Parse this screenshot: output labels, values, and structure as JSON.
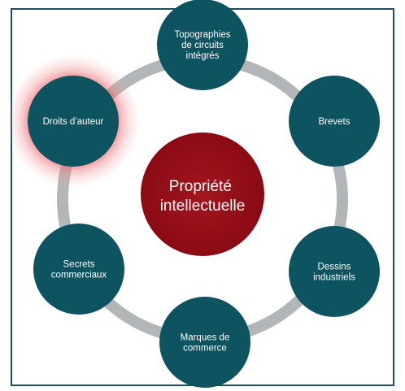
{
  "diagram": {
    "center": {
      "lines": [
        "Propriété",
        "intellectuelle"
      ]
    },
    "nodes": [
      {
        "id": "topographies",
        "lines": [
          "Topographies",
          "de circuits",
          "intégrés"
        ]
      },
      {
        "id": "brevets",
        "lines": [
          "Brevets"
        ]
      },
      {
        "id": "dessins",
        "lines": [
          "Dessins",
          "industriels"
        ]
      },
      {
        "id": "marques",
        "lines": [
          "Marques de",
          "commerce"
        ]
      },
      {
        "id": "secrets",
        "lines": [
          "Secrets",
          "commerciaux"
        ]
      },
      {
        "id": "droits",
        "lines": [
          "Droits d’auteur"
        ],
        "highlighted": true
      }
    ],
    "colors": {
      "node_fill": "#0d5360",
      "center_fill": "#8b0a14",
      "center_fill_light": "#a2161f",
      "ring": "#b2b6b8",
      "frame_border": "#1e4f5f",
      "glow": "#e85a60"
    }
  }
}
